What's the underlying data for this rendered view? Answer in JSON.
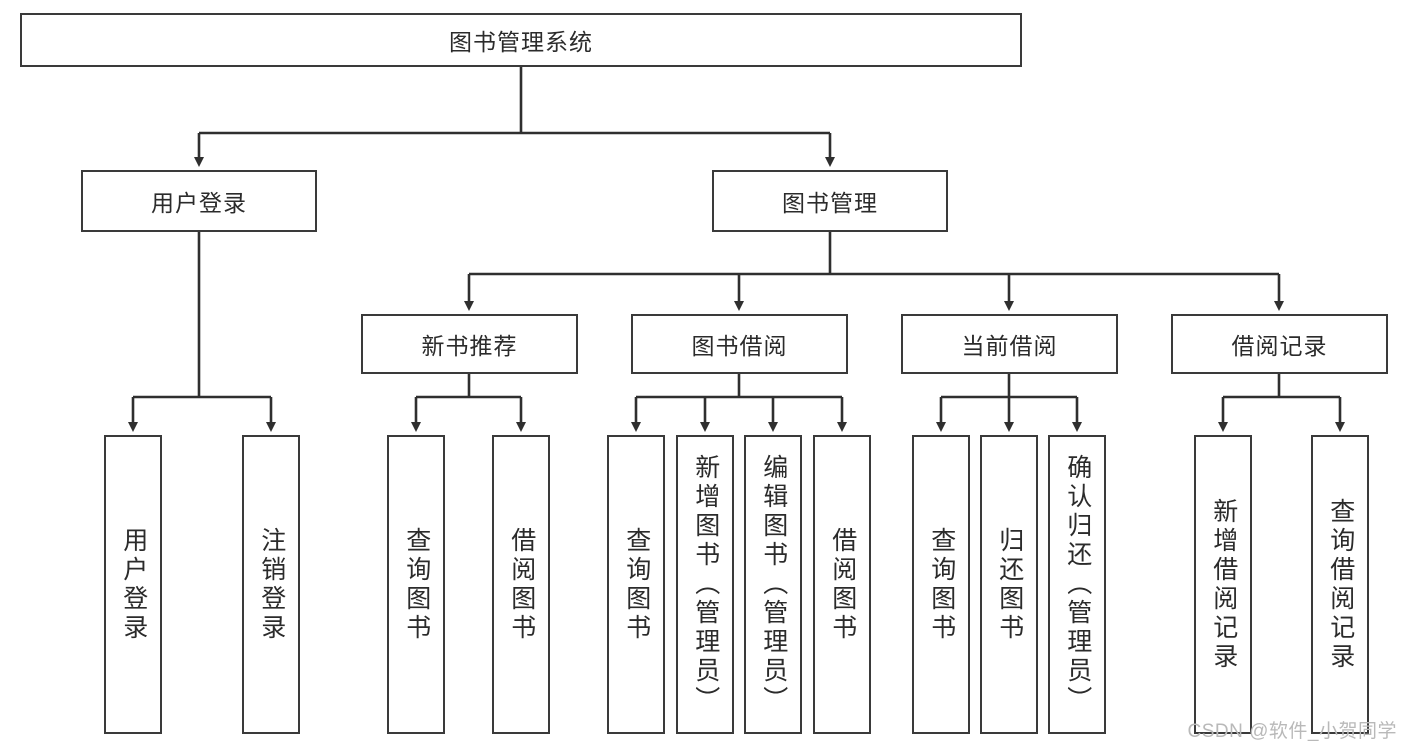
{
  "diagram": {
    "type": "tree-hierarchy-chart",
    "title": "图书管理系统",
    "watermark": "CSDN @软件_小贺同学",
    "colors": {
      "box_border": "#3a3a3a",
      "box_fill": "#ffffff",
      "connector": "#2f2f2f",
      "text": "#2b2b2b",
      "watermark": "#b9b9b9"
    },
    "levels": {
      "root": {
        "id": "root",
        "label": "图书管理系统",
        "orientation": "horizontal"
      },
      "level2": [
        {
          "id": "user-login",
          "label": "用户登录",
          "orientation": "horizontal"
        },
        {
          "id": "book-management",
          "label": "图书管理",
          "orientation": "horizontal"
        }
      ],
      "level3": [
        {
          "id": "new-book-recommend",
          "label": "新书推荐",
          "orientation": "horizontal",
          "parent": "book-management"
        },
        {
          "id": "book-borrow",
          "label": "图书借阅",
          "orientation": "horizontal",
          "parent": "book-management"
        },
        {
          "id": "current-borrow",
          "label": "当前借阅",
          "orientation": "horizontal",
          "parent": "book-management"
        },
        {
          "id": "borrow-record",
          "label": "借阅记录",
          "orientation": "horizontal",
          "parent": "book-management"
        }
      ],
      "leaves": [
        {
          "id": "leaf-user-login",
          "label": "用户登录",
          "orientation": "vertical",
          "parent": "user-login"
        },
        {
          "id": "leaf-logout-login",
          "label": "注销登录",
          "orientation": "vertical",
          "parent": "user-login"
        },
        {
          "id": "leaf-query-book-1",
          "label": "查询图书",
          "orientation": "vertical",
          "parent": "new-book-recommend"
        },
        {
          "id": "leaf-borrow-book-1",
          "label": "借阅图书",
          "orientation": "vertical",
          "parent": "new-book-recommend"
        },
        {
          "id": "leaf-query-book-2",
          "label": "查询图书",
          "orientation": "vertical",
          "parent": "book-borrow"
        },
        {
          "id": "leaf-add-book",
          "label": "新增图书（管理员）",
          "orientation": "vertical",
          "parent": "book-borrow"
        },
        {
          "id": "leaf-edit-book",
          "label": "编辑图书（管理员）",
          "orientation": "vertical",
          "parent": "book-borrow"
        },
        {
          "id": "leaf-borrow-book-2",
          "label": "借阅图书",
          "orientation": "vertical",
          "parent": "book-borrow"
        },
        {
          "id": "leaf-query-book-3",
          "label": "查询图书",
          "orientation": "vertical",
          "parent": "current-borrow"
        },
        {
          "id": "leaf-return-book",
          "label": "归还图书",
          "orientation": "vertical",
          "parent": "current-borrow"
        },
        {
          "id": "leaf-confirm-return",
          "label": "确认归还（管理员）",
          "orientation": "vertical",
          "parent": "current-borrow"
        },
        {
          "id": "leaf-add-record",
          "label": "新增借阅记录",
          "orientation": "vertical",
          "parent": "borrow-record"
        },
        {
          "id": "leaf-query-record",
          "label": "查询借阅记录",
          "orientation": "vertical",
          "parent": "borrow-record"
        }
      ]
    }
  }
}
